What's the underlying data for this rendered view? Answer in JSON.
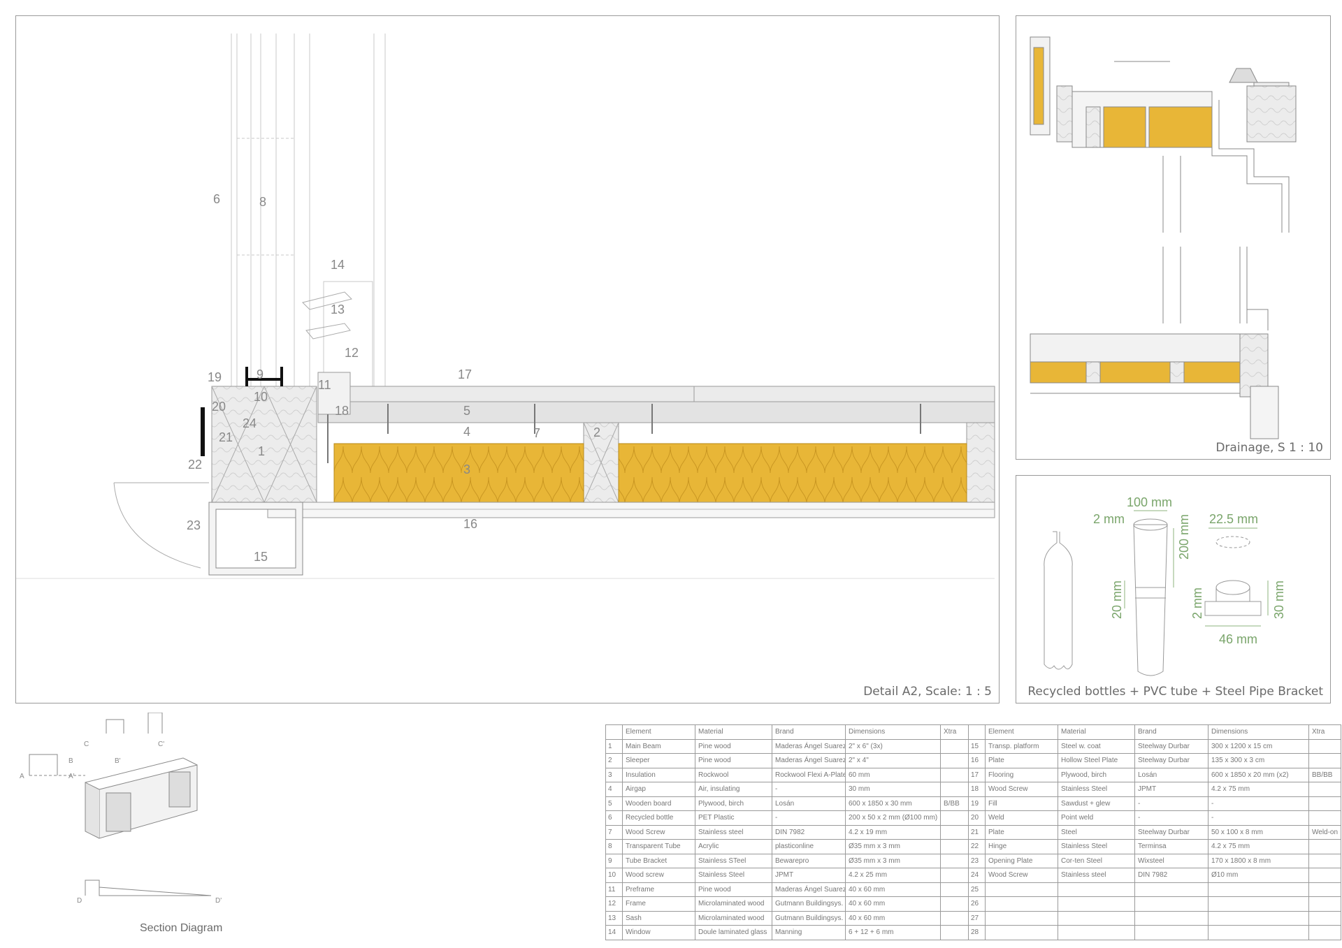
{
  "detail": {
    "caption": "Detail A2, Scale: 1 : 5",
    "labels": [
      "1",
      "2",
      "3",
      "4",
      "5",
      "6",
      "7",
      "8",
      "9",
      "10",
      "11",
      "12",
      "13",
      "14",
      "15",
      "16",
      "17",
      "18",
      "19",
      "20",
      "21",
      "22",
      "23",
      "24"
    ]
  },
  "drainage": {
    "caption": "Drainage, S 1 : 10"
  },
  "bottles": {
    "caption": "Recycled bottles + PVC tube + Steel Pipe Bracket",
    "dims": [
      "100 mm",
      "2 mm",
      "200 mm",
      "20 mm",
      "22.5 mm",
      "2 mm",
      "30 mm",
      "46 mm"
    ]
  },
  "section": {
    "caption": "Section Diagram",
    "letters": [
      "A",
      "A'",
      "B",
      "B'",
      "C",
      "C'",
      "D",
      "D'"
    ]
  },
  "table": {
    "headers": [
      "",
      "Element",
      "Material",
      "Brand",
      "Dimensions",
      "Xtra",
      "",
      "Element",
      "Material",
      "Brand",
      "Dimensions",
      "Xtra"
    ],
    "rows": [
      [
        "1",
        "Main Beam",
        "Pine wood",
        "Maderas Ángel Suarez",
        "2\" x 6\" (3x)",
        "",
        "15",
        "Transp. platform",
        "Steel w. coat",
        "Steelway Durbar",
        "300 x 1200 x 15 cm",
        ""
      ],
      [
        "2",
        "Sleeper",
        "Pine wood",
        "Maderas Ángel Suarez",
        "2\" x 4\"",
        "",
        "16",
        "Plate",
        "Hollow Steel Plate",
        "Steelway Durbar",
        "135 x 300 x 3 cm",
        ""
      ],
      [
        "3",
        "Insulation",
        "Rockwool",
        "Rockwool Flexi A-Plate",
        "60 mm",
        "",
        "17",
        "Flooring",
        "Plywood, birch",
        "Losán",
        "600 x 1850 x 20 mm (x2)",
        "BB/BB"
      ],
      [
        "4",
        "Airgap",
        "Air, insulating",
        "-",
        "30 mm",
        "",
        "18",
        "Wood Screw",
        "Stainless Steel",
        "JPMT",
        "4.2 x 75 mm",
        ""
      ],
      [
        "5",
        "Wooden board",
        "Plywood, birch",
        "Losán",
        "600 x 1850 x 30 mm",
        "B/BB",
        "19",
        "Fill",
        "Sawdust + glew",
        "-",
        "-",
        ""
      ],
      [
        "6",
        "Recycled bottle",
        "PET Plastic",
        "-",
        "200 x 50 x 2 mm (Ø100 mm)",
        "",
        "20",
        "Weld",
        "Point weld",
        "-",
        "-",
        ""
      ],
      [
        "7",
        "Wood Screw",
        "Stainless steel",
        "DIN 7982",
        "4.2 x 19 mm",
        "",
        "21",
        "Plate",
        "Steel",
        "Steelway Durbar",
        "50 x 100 x 8 mm",
        "Weld-on"
      ],
      [
        "8",
        "Transparent Tube",
        "Acrylic",
        "plasticonline",
        "Ø35 mm x 3 mm",
        "",
        "22",
        "Hinge",
        "Stainless Steel",
        "Terminsa",
        "4.2 x 75 mm",
        ""
      ],
      [
        "9",
        "Tube Bracket",
        "Stainless STeel",
        "Bewarepro",
        "Ø35 mm x 3 mm",
        "",
        "23",
        "Opening Plate",
        "Cor-ten Steel",
        "Wixsteel",
        "170 x 1800 x 8 mm",
        ""
      ],
      [
        "10",
        "Wood screw",
        "Stainless Steel",
        "JPMT",
        "4.2 x 25 mm",
        "",
        "24",
        "Wood Screw",
        "Stainless steel",
        "DIN 7982",
        "Ø10 mm",
        ""
      ],
      [
        "11",
        "Preframe",
        "Pine wood",
        "Maderas Ángel Suarez",
        "40 x 60 mm",
        "",
        "25",
        "",
        "",
        "",
        "",
        ""
      ],
      [
        "12",
        "Frame",
        "Microlaminated wood",
        "Gutmann Buildingsys.",
        "40 x 60 mm",
        "",
        "26",
        "",
        "",
        "",
        "",
        ""
      ],
      [
        "13",
        "Sash",
        "Microlaminated wood",
        "Gutmann Buildingsys.",
        "40 x 60 mm",
        "",
        "27",
        "",
        "",
        "",
        "",
        ""
      ],
      [
        "14",
        "Window",
        "Doule laminated glass",
        "Manning",
        "6 + 12 + 6 mm",
        "",
        "28",
        "",
        "",
        "",
        "",
        ""
      ]
    ]
  },
  "colors": {
    "insulation": "#e8b637",
    "line": "#8a8a8a",
    "wood": "#e6e6e6"
  }
}
